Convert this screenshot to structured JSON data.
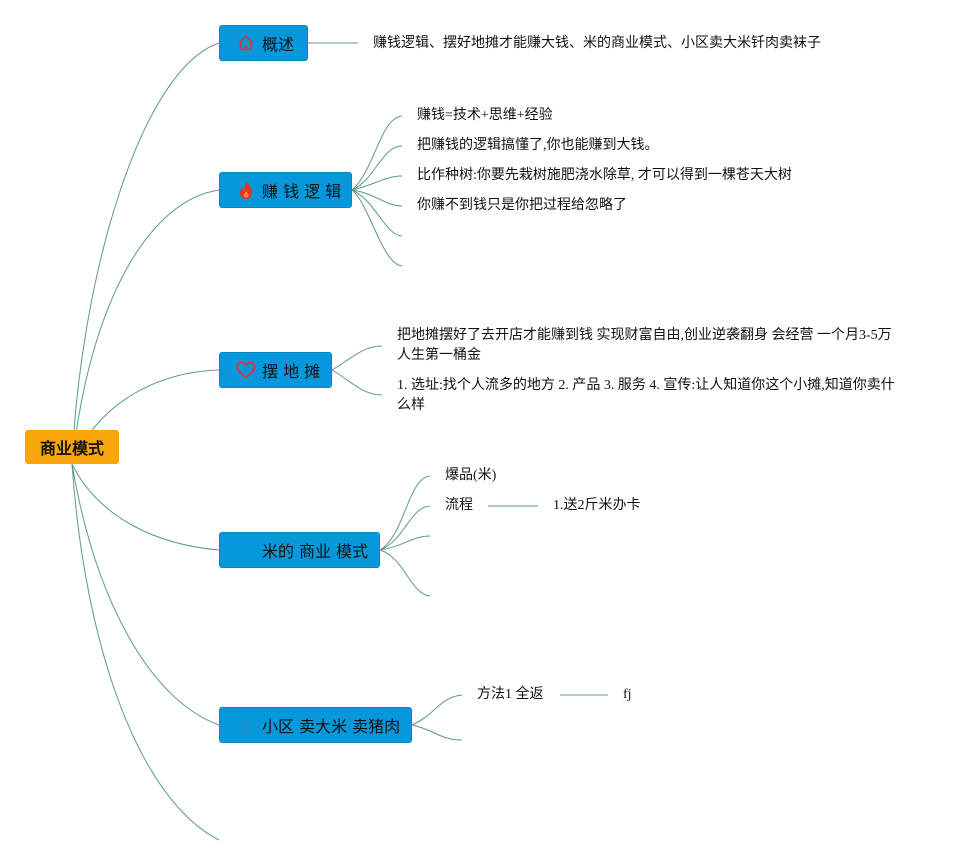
{
  "root": {
    "label": "商业模式"
  },
  "topics": [
    {
      "id": "overview",
      "label": "概述",
      "icon": "home-icon"
    },
    {
      "id": "logic",
      "label": "赚 钱 逻 辑",
      "icon": "fire-icon"
    },
    {
      "id": "stall",
      "label": "摆 地 摊",
      "icon": "heart-icon"
    },
    {
      "id": "rice",
      "label": "米的 商业 模式",
      "icon": ""
    },
    {
      "id": "community",
      "label": "小区 卖大米 卖猪肉",
      "icon": ""
    }
  ],
  "overview": {
    "note": "赚钱逻辑、摆好地摊才能赚大钱、米的商业模式、小区卖大米钎肉卖袜子"
  },
  "logic": {
    "items": [
      "赚钱=技术+思维+经验",
      "把赚钱的逻辑搞懂了,你也能赚到大钱。",
      "比作种树:你要先栽树施肥浇水除草, 才可以得到一棵苍天大树",
      "你赚不到钱只是你把过程给忽略了"
    ]
  },
  "stall": {
    "items": [
      "把地摊摆好了去开店才能赚到钱 实现财富自由,创业逆袭翻身 会经营 一个月3-5万 人生第一桶金",
      "1. 选址:找个人流多的地方 2. 产品 3. 服务 4. 宣传:让人知道你这个小摊,知道你卖什么样"
    ]
  },
  "rice": {
    "items": [
      "爆品(米)",
      "流程"
    ],
    "process_detail": "1.送2斤米办卡"
  },
  "community": {
    "items": [
      "方法1 全返"
    ],
    "detail": "fj"
  },
  "colors": {
    "root": "#f8a60a",
    "topic": "#0798dc",
    "connector": "#5b9c86"
  }
}
